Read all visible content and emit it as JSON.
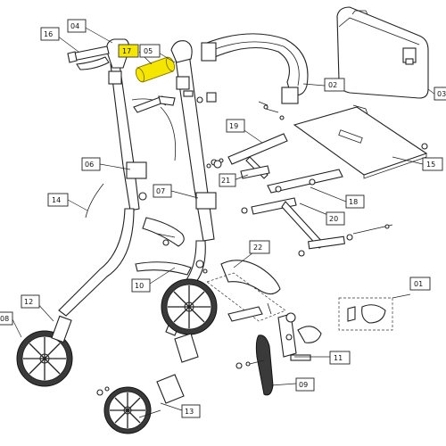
{
  "callouts": {
    "c01": "01",
    "c02": "02",
    "c03": "03",
    "c04": "04",
    "c05": "05",
    "c06": "06",
    "c07": "07",
    "c08": "08",
    "c09": "09",
    "c10": "10",
    "c11": "11",
    "c12": "12",
    "c13": "13",
    "c14": "14",
    "c15": "15",
    "c16": "16",
    "c17": "17",
    "c18": "18",
    "c19": "19",
    "c20": "20",
    "c21": "21",
    "c22": "22"
  },
  "highlighted_part": "17",
  "colors": {
    "highlight": "#f5e600",
    "line": "#222222",
    "tyre": "#3a3a3a"
  }
}
